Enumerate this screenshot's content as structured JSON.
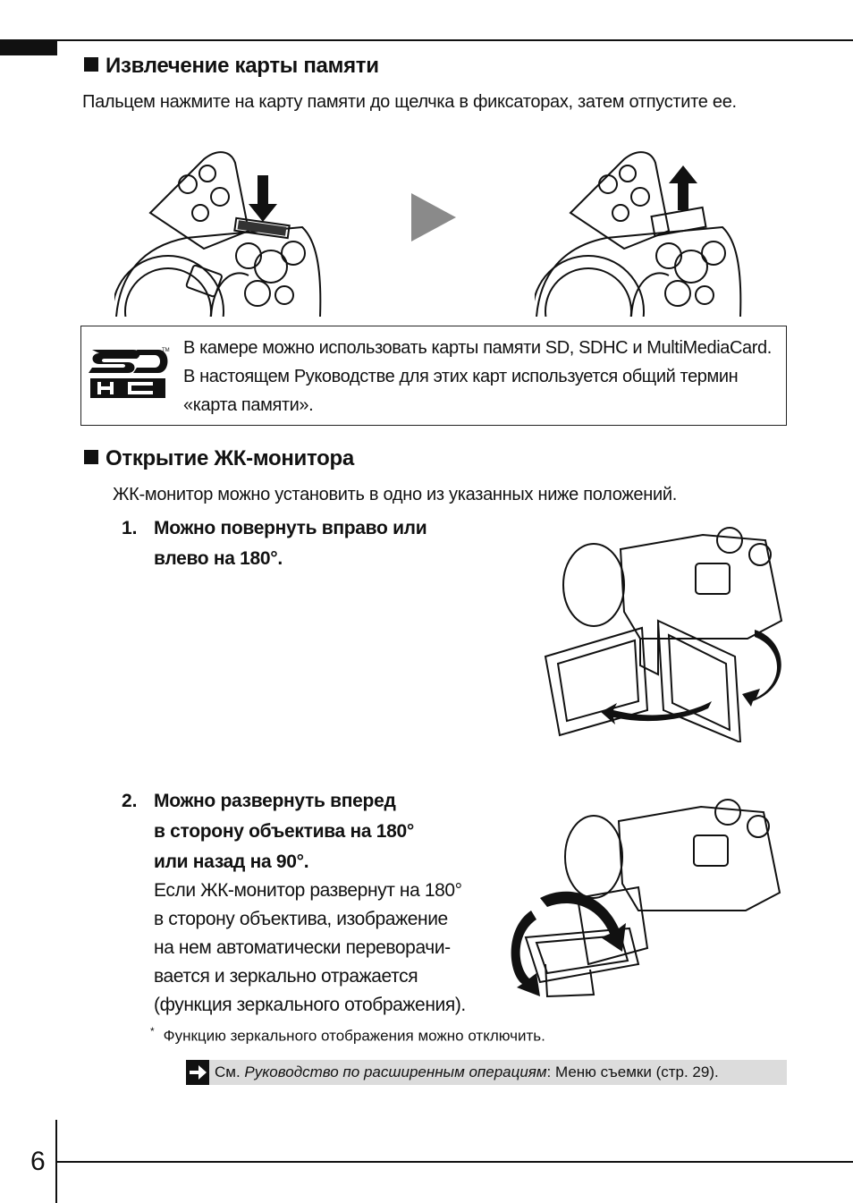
{
  "page": {
    "number": "6"
  },
  "section1": {
    "title": "Извлечение карты памяти",
    "instruction": "Пальцем нажмите на карту памяти до щелчка в фиксаторах, затем отпустите ее."
  },
  "sd_note": {
    "logo_text": "SD HC",
    "lines": [
      "В камере можно использовать карты памяти SD, SDHC и MultiMediaCard.",
      "В настоящем Руководстве для этих карт используется общий термин",
      "«карта памяти»."
    ]
  },
  "section2": {
    "title": "Открытие ЖК-монитора",
    "intro": "ЖК-монитор можно установить в одно из указанных ниже положений.",
    "steps": [
      {
        "num": "1.",
        "title_lines": [
          "Можно повернуть вправо или",
          "влево на 180°."
        ]
      },
      {
        "num": "2.",
        "title_lines": [
          "Можно развернуть вперед",
          "в сторону объектива на 180°",
          "или назад на 90°."
        ],
        "desc_lines": [
          "Если ЖК-монитор развернут на 180°",
          "в сторону объектива, изображение",
          "на нем автоматически переворачи-",
          "вается и зеркально отражается",
          "(функция зеркального отображения)."
        ]
      }
    ],
    "footnote_mark": "*",
    "footnote": "Функцию зеркального отображения можно отключить.",
    "ref": {
      "prefix": "См. ",
      "italic": "Руководство по расширенным операциям",
      "suffix": ": Меню съемки (стр. 29)."
    }
  },
  "colors": {
    "text": "#111111",
    "ref_bg": "#dcdcdc",
    "arrow_gray": "#8a8a8a"
  }
}
